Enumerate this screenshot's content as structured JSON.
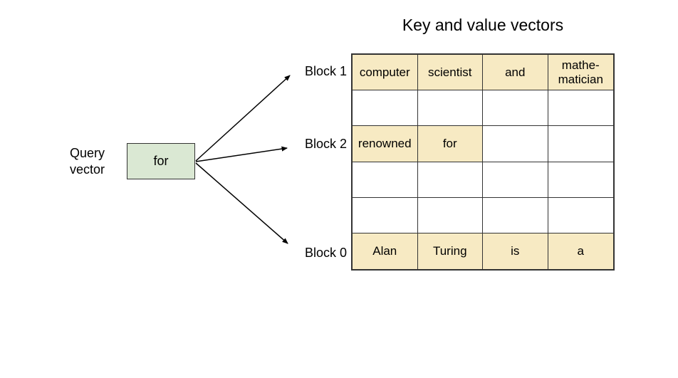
{
  "title": "Key and value vectors",
  "query": {
    "label": "Query\nvector",
    "token": "for"
  },
  "block_labels": [
    {
      "label": "Block 1",
      "points_to_row": 1
    },
    {
      "label": "Block 2",
      "points_to_row": 3
    },
    {
      "label": "Block 0",
      "points_to_row": 6
    }
  ],
  "table": {
    "rows": [
      {
        "cells": [
          {
            "text": "computer",
            "highlight": true
          },
          {
            "text": "scientist",
            "highlight": true
          },
          {
            "text": "and",
            "highlight": true
          },
          {
            "text": "mathe-\nmatician",
            "highlight": true
          }
        ]
      },
      {
        "cells": [
          {
            "text": "",
            "highlight": false
          },
          {
            "text": "",
            "highlight": false
          },
          {
            "text": "",
            "highlight": false
          },
          {
            "text": "",
            "highlight": false
          }
        ]
      },
      {
        "cells": [
          {
            "text": "renowned",
            "highlight": true
          },
          {
            "text": "for",
            "highlight": true
          },
          {
            "text": "",
            "highlight": false
          },
          {
            "text": "",
            "highlight": false
          }
        ]
      },
      {
        "cells": [
          {
            "text": "",
            "highlight": false
          },
          {
            "text": "",
            "highlight": false
          },
          {
            "text": "",
            "highlight": false
          },
          {
            "text": "",
            "highlight": false
          }
        ]
      },
      {
        "cells": [
          {
            "text": "",
            "highlight": false
          },
          {
            "text": "",
            "highlight": false
          },
          {
            "text": "",
            "highlight": false
          },
          {
            "text": "",
            "highlight": false
          }
        ]
      },
      {
        "cells": [
          {
            "text": "Alan",
            "highlight": true
          },
          {
            "text": "Turing",
            "highlight": true
          },
          {
            "text": "is",
            "highlight": true
          },
          {
            "text": "a",
            "highlight": true
          }
        ]
      }
    ]
  },
  "colors": {
    "highlight": "#F7EAC3",
    "query_box": "#DAE8D3",
    "border": "#333333",
    "arrow": "#000000"
  }
}
